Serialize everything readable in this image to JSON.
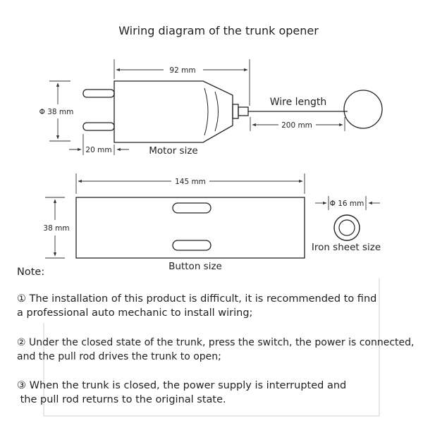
{
  "title": "Wiring diagram of the trunk opener",
  "motor": {
    "width_label": "92 mm",
    "height_label": "Φ 38 mm",
    "prong_label": "20 mm",
    "caption": "Motor size",
    "wire_caption": "Wire length",
    "wire_label": "200 mm"
  },
  "button": {
    "width_label": "145 mm",
    "height_label": "38 mm",
    "caption": "Button size"
  },
  "iron_sheet": {
    "diameter_label": "Φ 16 mm",
    "caption": "Iron sheet size"
  },
  "notes": {
    "heading": "Note:",
    "items": [
      {
        "line1": "① The installation of this product is difficult, it is recommended to find",
        "line2": "a professional auto mechanic to install wiring;"
      },
      {
        "line1": "② Under the closed state of the trunk, press the switch, the power is connected,",
        "line2": "and the pull rod drives the trunk to open;"
      },
      {
        "line1": "③ When the trunk is closed, the power supply is interrupted and",
        "line2": " the pull rod returns to the original state."
      }
    ]
  }
}
